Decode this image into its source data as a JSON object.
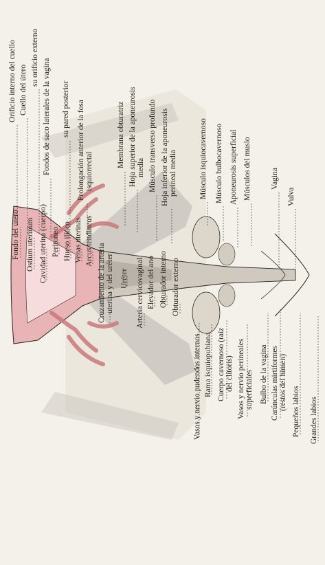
{
  "figure": {
    "left_labels": [
      {
        "lines": [
          "Fondo del útero"
        ]
      },
      {
        "lines": [
          "Ostium uterinum"
        ]
      },
      {
        "lines": [
          "Cavidad uterina (cuerpo)"
        ]
      },
      {
        "lines": [
          "Peritoneo"
        ]
      },
      {
        "lines": [
          "Hueso ilíaco"
        ]
      },
      {
        "lines": [
          "Venas uterinas"
        ]
      },
      {
        "lines": [
          "Arcus tendineus"
        ]
      },
      {
        "lines": [
          "Cruzamiento de la arteria",
          "uterina y del uréter"
        ]
      },
      {
        "lines": [
          "Uréter"
        ]
      },
      {
        "lines": [
          "Arteria cervicovaginal"
        ]
      },
      {
        "lines": [
          "Elevador del ano"
        ]
      },
      {
        "lines": [
          "Obturador interno"
        ]
      },
      {
        "lines": [
          "Obturador externo"
        ]
      },
      {
        "lines": [
          "Vasos y nervio pudendos internos"
        ]
      },
      {
        "lines": [
          "Rama isquiopubiana"
        ]
      },
      {
        "lines": [
          "Cuerpo cavernoso (raíz",
          "del clítoris)"
        ]
      },
      {
        "lines": [
          "Vasos y nervio perineales",
          "superficiales"
        ]
      },
      {
        "lines": [
          "Bulbo de la vagina"
        ]
      },
      {
        "lines": [
          "Carúnculas mirtiformes",
          "(restos del himen)"
        ]
      },
      {
        "lines": [
          "Pequeños labios"
        ]
      },
      {
        "lines": [
          "Grandes labios"
        ]
      }
    ],
    "right_labels": [
      {
        "lines": [
          "Orificio interno del cuello"
        ]
      },
      {
        "lines": [
          "Cuello del útero"
        ]
      },
      {
        "lines": [
          "su orificio externo"
        ]
      },
      {
        "lines": [
          "Fondos de saco laterales de la vagina"
        ]
      },
      {
        "lines": [
          "su pared posterior"
        ]
      },
      {
        "lines": [
          "Prolongación anterior de la fosa",
          "isquiorrectal"
        ]
      },
      {
        "lines": [
          "Membrana obturatriz"
        ]
      },
      {
        "lines": [
          "Hoja superior de la aponeurosis",
          "media"
        ]
      },
      {
        "lines": [
          "Músculo transverso profundo"
        ]
      },
      {
        "lines": [
          "Hoja inferior de la aponeurosis",
          "perineal media"
        ]
      },
      {
        "lines": [
          "Músculo isquiocavernoso"
        ]
      },
      {
        "lines": [
          "Músculo bulbocavernoso"
        ]
      },
      {
        "lines": [
          "Aponeurosis superficial"
        ]
      },
      {
        "lines": [
          "Músculos del muslo"
        ]
      },
      {
        "lines": [
          "Vagina"
        ]
      },
      {
        "lines": [
          "Vulva"
        ]
      }
    ],
    "colors": {
      "paper": "#f4f1ea",
      "ink": "#2a241d",
      "uterus_pink": "#e9b4b6",
      "vessel_red": "#c9787c",
      "muscle_grey": "#b9b5ae"
    }
  }
}
